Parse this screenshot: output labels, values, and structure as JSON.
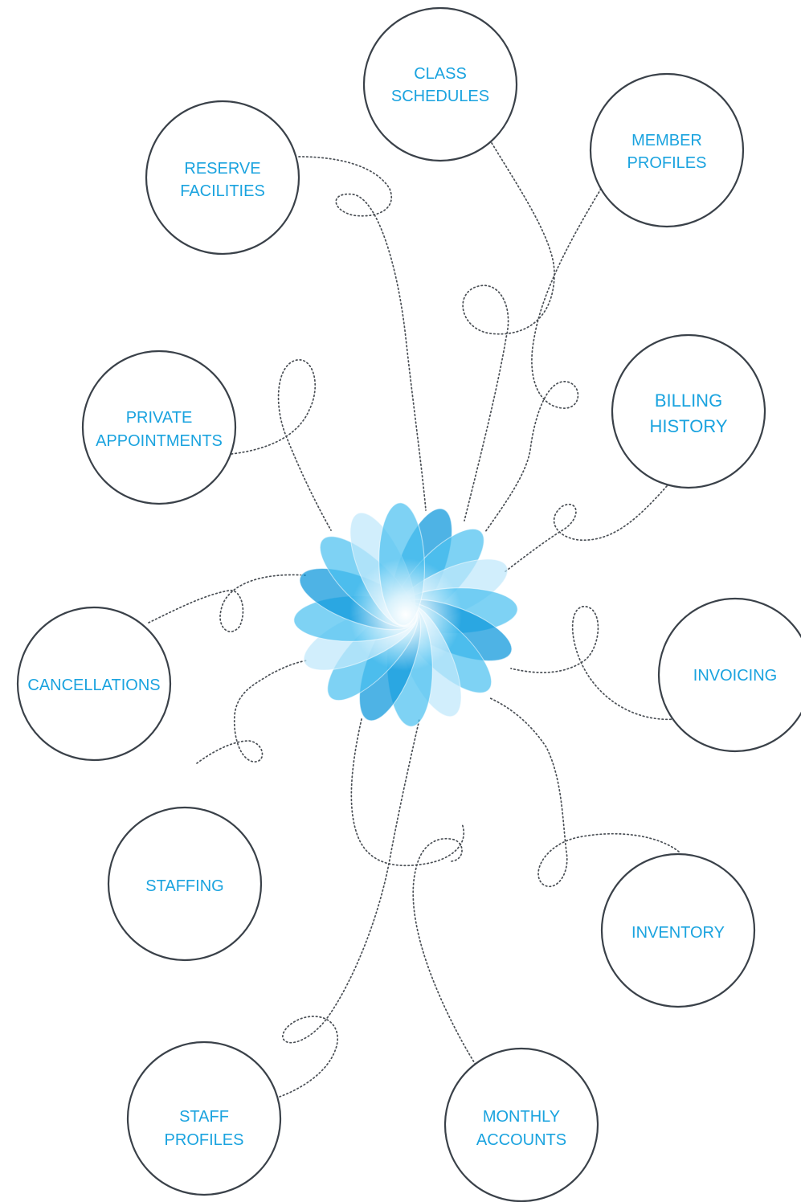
{
  "diagram": {
    "colors": {
      "label": "#1aa3df",
      "circle_stroke": "#3a4149",
      "connector": "#4a4f55",
      "petal_light": "#bfe7fb",
      "petal_mid": "#4cc0f0",
      "petal_dark": "#0a96db"
    },
    "center": {
      "icon": "blue-flower-hub-icon"
    },
    "nodes": [
      {
        "id": "class-schedules",
        "line1": "CLASS",
        "line2": "SCHEDULES"
      },
      {
        "id": "member-profiles",
        "line1": "MEMBER",
        "line2": "PROFILES"
      },
      {
        "id": "reserve-facilities",
        "line1": "RESERVE",
        "line2": "FACILITIES"
      },
      {
        "id": "billing-history",
        "line1": "BILLING",
        "line2": "HISTORY"
      },
      {
        "id": "private-appointments",
        "line1": "PRIVATE",
        "line2": "APPOINTMENTS"
      },
      {
        "id": "invoicing",
        "line1": "INVOICING",
        "line2": ""
      },
      {
        "id": "cancellations",
        "line1": "CANCELLATIONS",
        "line2": ""
      },
      {
        "id": "staffing",
        "line1": "STAFFING",
        "line2": ""
      },
      {
        "id": "inventory",
        "line1": "INVENTORY",
        "line2": ""
      },
      {
        "id": "staff-profiles",
        "line1": "STAFF",
        "line2": "PROFILES"
      },
      {
        "id": "monthly-accounts",
        "line1": "MONTHLY",
        "line2": "ACCOUNTS"
      }
    ]
  }
}
